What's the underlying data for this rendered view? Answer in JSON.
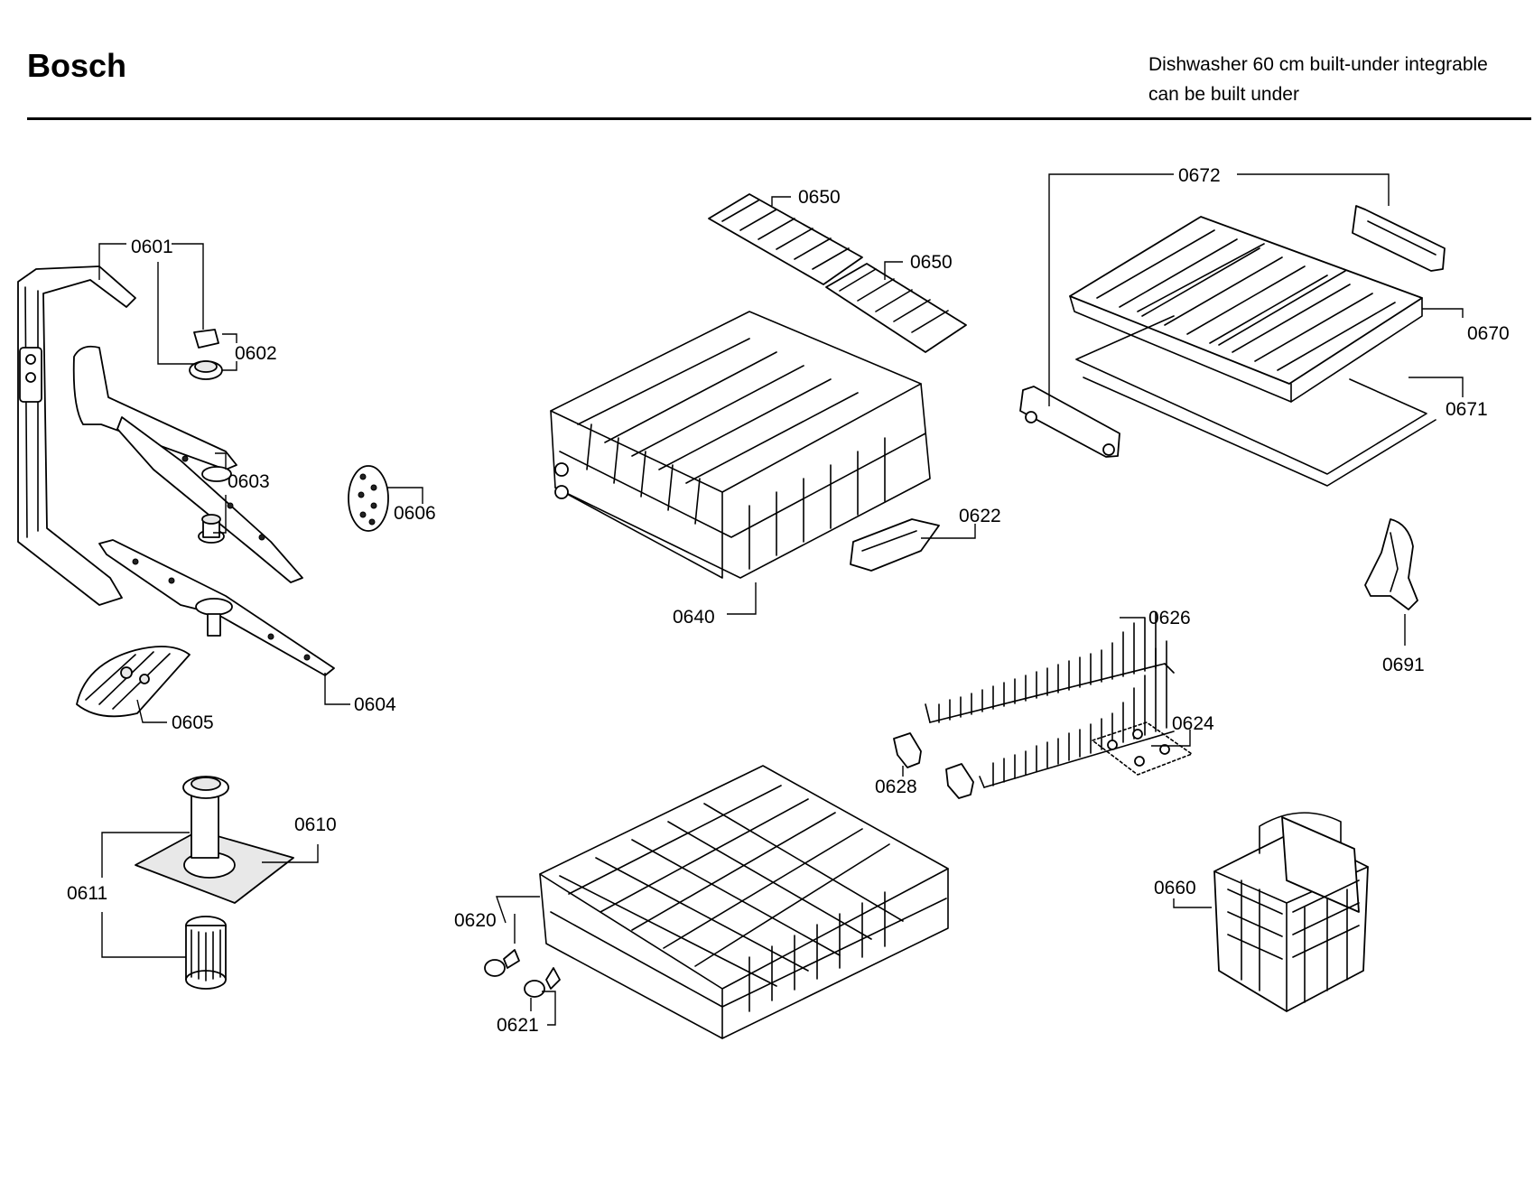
{
  "header": {
    "brand": "Bosch",
    "title_line1": "Dishwasher 60 cm built-under integrable",
    "title_line2": "can be built under"
  },
  "parts": {
    "p0601": "0601",
    "p0602": "0602",
    "p0603": "0603",
    "p0604": "0604",
    "p0605": "0605",
    "p0606": "0606",
    "p0610": "0610",
    "p0611": "0611",
    "p0620": "0620",
    "p0621": "0621",
    "p0622": "0622",
    "p0624": "0624",
    "p0626": "0626",
    "p0628": "0628",
    "p0640": "0640",
    "p0650a": "0650",
    "p0650b": "0650",
    "p0660": "0660",
    "p0670": "0670",
    "p0671": "0671",
    "p0672": "0672",
    "p0691": "0691"
  }
}
